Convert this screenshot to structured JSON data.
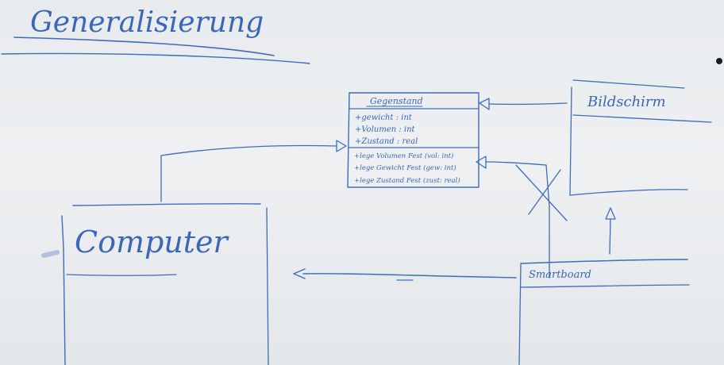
{
  "board_title": "Generalisierung",
  "classes": {
    "gegenstand": {
      "name": "Gegenstand",
      "attributes": [
        "+gewicht : int",
        "+Volumen : int",
        "+Zustand : real"
      ],
      "methods": [
        "+lege Volumen Fest (vol: int)",
        "+lege Gewicht Fest (gew: int)",
        "+lege Zustand Fest (zust: real)"
      ]
    },
    "bildschirm": {
      "name": "Bildschirm"
    },
    "computer": {
      "name": "Computer"
    },
    "smartboard": {
      "name": "Smartboard"
    }
  },
  "colors": {
    "ink": "#3e6cba",
    "board": "#eceef0"
  }
}
